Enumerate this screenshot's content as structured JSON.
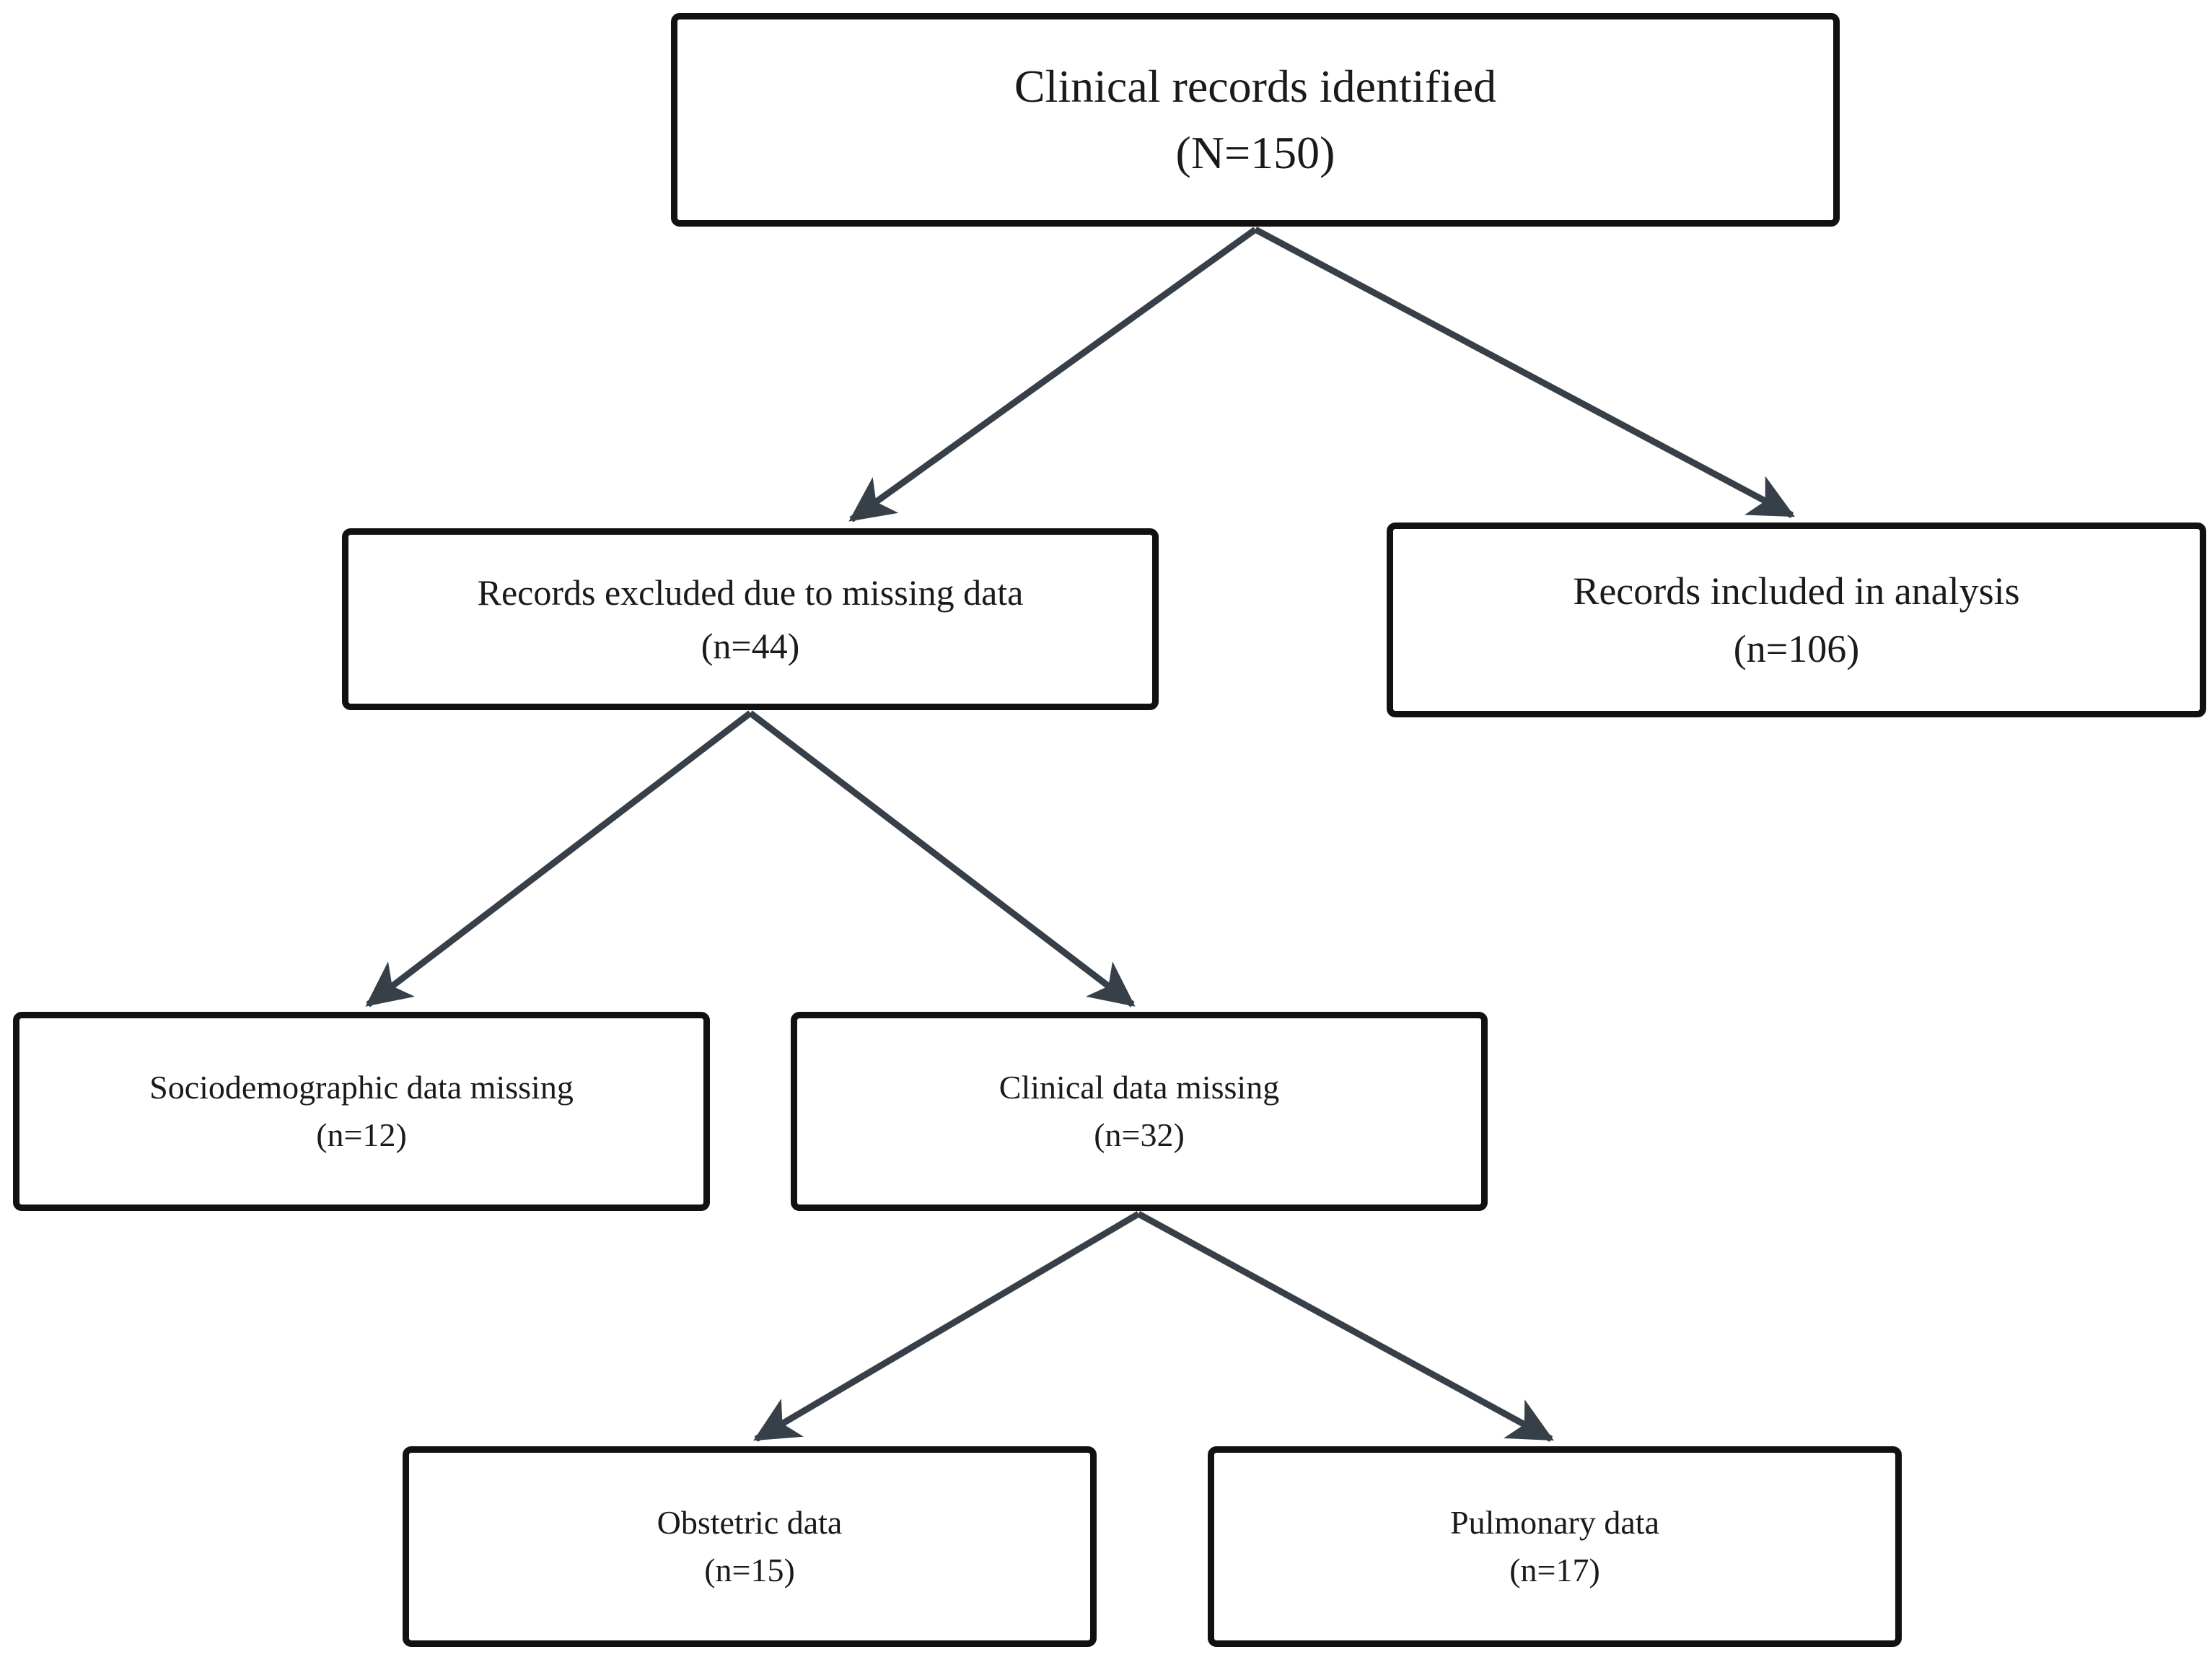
{
  "colors": {
    "box_border": "#111111",
    "arrow": "#374049",
    "text": "#1a1a1a",
    "background": "#ffffff"
  },
  "nodes": {
    "identified": {
      "label": "Clinical records identified",
      "count": "(N=150)"
    },
    "excluded": {
      "label": "Records excluded due to missing data",
      "count": "(n=44)"
    },
    "included": {
      "label": "Records included in analysis",
      "count": "(n=106)"
    },
    "sociodemographic": {
      "label": "Sociodemographic data missing",
      "count": "(n=12)"
    },
    "clinical": {
      "label": "Clinical data missing",
      "count": "(n=32)"
    },
    "obstetric": {
      "label": "Obstetric data",
      "count": "(n=15)"
    },
    "pulmonary": {
      "label": "Pulmonary data",
      "count": "(n=17)"
    }
  },
  "edges": [
    {
      "from": "identified",
      "to": "excluded"
    },
    {
      "from": "identified",
      "to": "included"
    },
    {
      "from": "excluded",
      "to": "sociodemographic"
    },
    {
      "from": "excluded",
      "to": "clinical"
    },
    {
      "from": "clinical",
      "to": "obstetric"
    },
    {
      "from": "clinical",
      "to": "pulmonary"
    }
  ]
}
